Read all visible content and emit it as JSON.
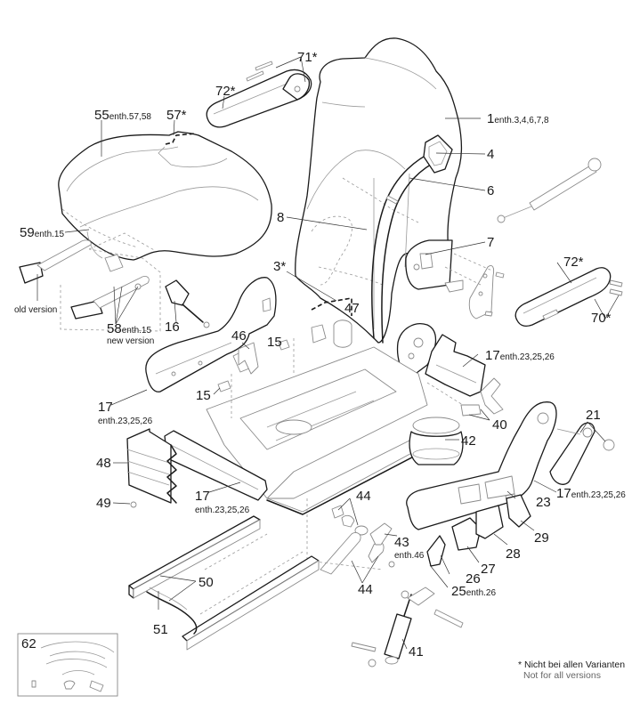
{
  "diagram": {
    "title": "Seat exploded parts diagram",
    "callouts": [
      {
        "id": "71",
        "num": "71*",
        "sub": ""
      },
      {
        "id": "72a",
        "num": "72*",
        "sub": ""
      },
      {
        "id": "55",
        "num": "55",
        "sub": "enth.57,58"
      },
      {
        "id": "57",
        "num": "57*",
        "sub": ""
      },
      {
        "id": "1",
        "num": "1",
        "sub": "enth.3,4,6,7,8"
      },
      {
        "id": "4",
        "num": "4",
        "sub": ""
      },
      {
        "id": "6",
        "num": "6",
        "sub": ""
      },
      {
        "id": "8",
        "num": "8",
        "sub": ""
      },
      {
        "id": "7",
        "num": "7",
        "sub": ""
      },
      {
        "id": "59",
        "num": "59",
        "sub": "enth.15"
      },
      {
        "id": "old",
        "num": "",
        "sub": "old version"
      },
      {
        "id": "58",
        "num": "58",
        "sub": "enth.15"
      },
      {
        "id": "new",
        "num": "",
        "sub": "new version"
      },
      {
        "id": "16",
        "num": "16",
        "sub": ""
      },
      {
        "id": "3",
        "num": "3*",
        "sub": ""
      },
      {
        "id": "47",
        "num": "47",
        "sub": ""
      },
      {
        "id": "46",
        "num": "46",
        "sub": ""
      },
      {
        "id": "15a",
        "num": "15",
        "sub": ""
      },
      {
        "id": "15b",
        "num": "15",
        "sub": ""
      },
      {
        "id": "72b",
        "num": "72*",
        "sub": ""
      },
      {
        "id": "70",
        "num": "70*",
        "sub": ""
      },
      {
        "id": "17a",
        "num": "17",
        "sub": "enth.23,25,26"
      },
      {
        "id": "17b",
        "num": "17",
        "sub": "enth.23,25,26"
      },
      {
        "id": "17c",
        "num": "17",
        "sub": "enth.23,25,26"
      },
      {
        "id": "17d",
        "num": "17",
        "sub": "enth.23,25,26"
      },
      {
        "id": "40",
        "num": "40",
        "sub": ""
      },
      {
        "id": "42",
        "num": "42",
        "sub": ""
      },
      {
        "id": "21",
        "num": "21",
        "sub": ""
      },
      {
        "id": "48",
        "num": "48",
        "sub": ""
      },
      {
        "id": "49",
        "num": "49",
        "sub": ""
      },
      {
        "id": "44a",
        "num": "44",
        "sub": ""
      },
      {
        "id": "44b",
        "num": "44",
        "sub": ""
      },
      {
        "id": "43",
        "num": "43",
        "sub": "enth.46"
      },
      {
        "id": "23",
        "num": "23",
        "sub": ""
      },
      {
        "id": "29",
        "num": "29",
        "sub": ""
      },
      {
        "id": "28",
        "num": "28",
        "sub": ""
      },
      {
        "id": "27",
        "num": "27",
        "sub": ""
      },
      {
        "id": "26",
        "num": "26",
        "sub": ""
      },
      {
        "id": "25",
        "num": "25",
        "sub": "enth.26"
      },
      {
        "id": "50",
        "num": "50",
        "sub": ""
      },
      {
        "id": "51",
        "num": "51",
        "sub": ""
      },
      {
        "id": "41",
        "num": "41",
        "sub": ""
      },
      {
        "id": "62",
        "num": "62",
        "sub": ""
      }
    ],
    "footnote": {
      "line1": "* Nicht bei allen Varianten",
      "line2": "Not for all versions"
    }
  }
}
